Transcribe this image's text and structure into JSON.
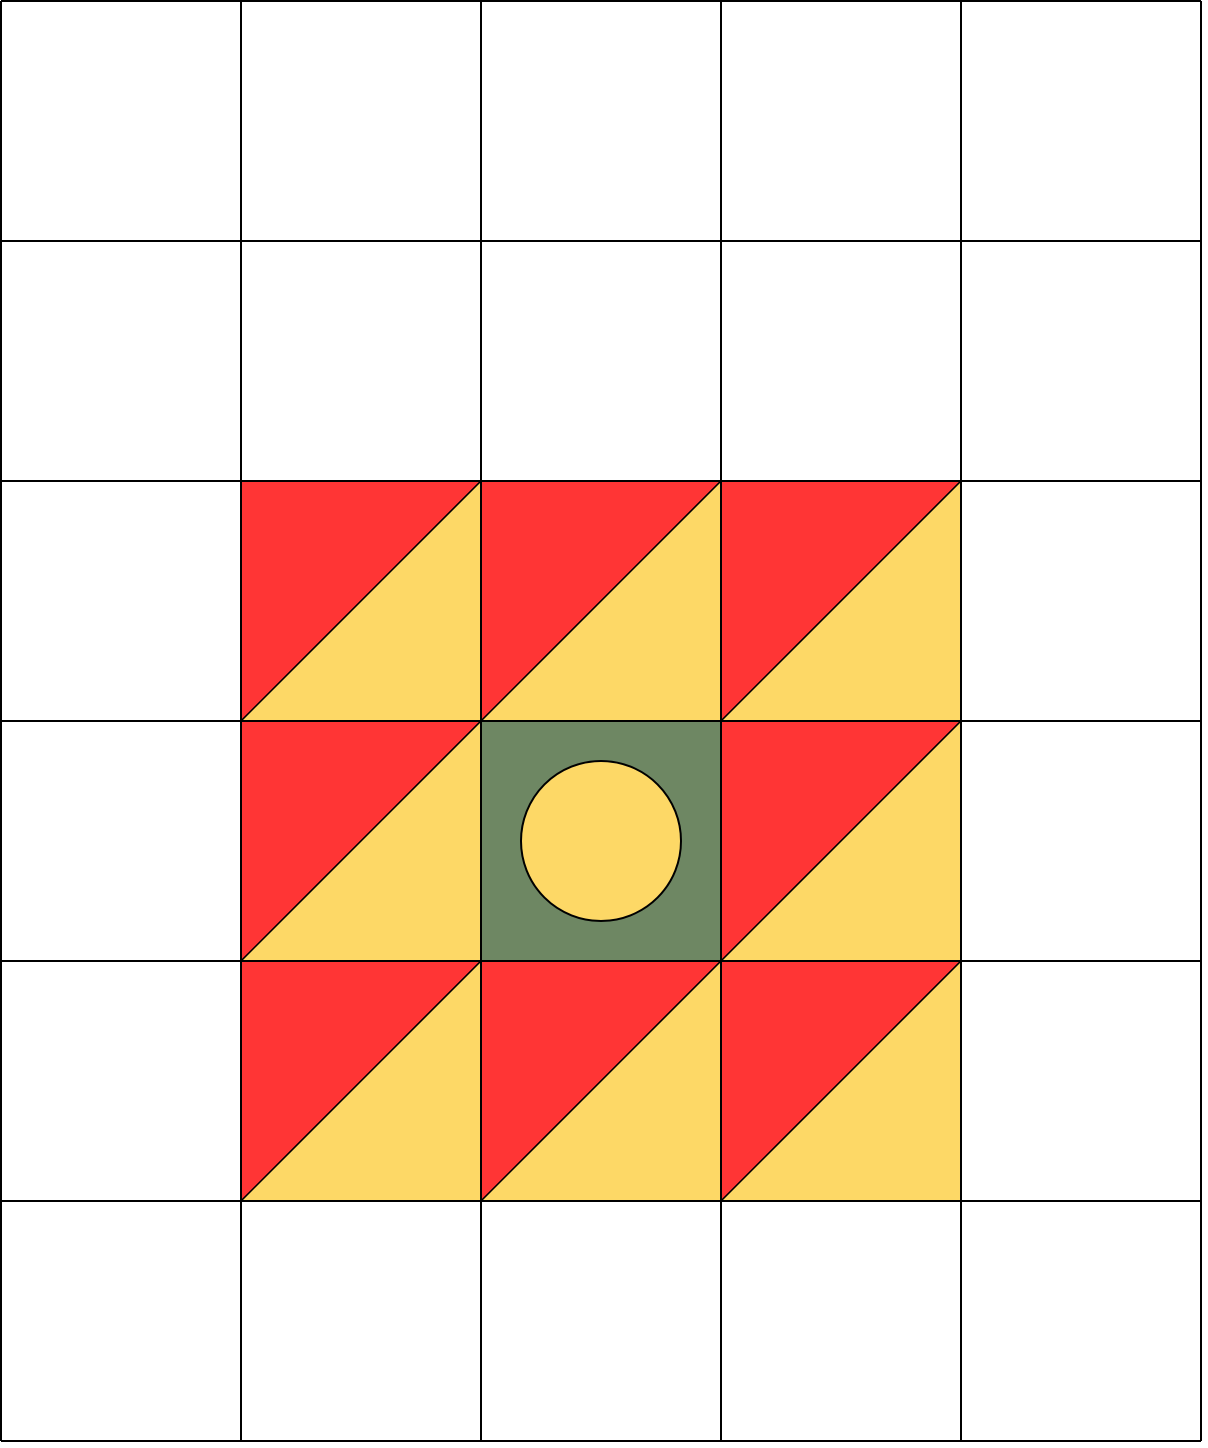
{
  "grid": {
    "rows": 6,
    "cols": 5
  },
  "colors": {
    "background": "#ffffff",
    "line": "#000000",
    "red": "#ff3535",
    "yellow": "#fdd866",
    "green": "#6e8763"
  },
  "tiles": [
    {
      "row": 2,
      "col": 1,
      "kind": "half-square-triangle",
      "upper_left": "red",
      "lower_right": "yellow"
    },
    {
      "row": 2,
      "col": 2,
      "kind": "half-square-triangle",
      "upper_left": "red",
      "lower_right": "yellow"
    },
    {
      "row": 2,
      "col": 3,
      "kind": "half-square-triangle",
      "upper_left": "red",
      "lower_right": "yellow"
    },
    {
      "row": 3,
      "col": 1,
      "kind": "half-square-triangle",
      "upper_left": "red",
      "lower_right": "yellow"
    },
    {
      "row": 3,
      "col": 2,
      "kind": "square-with-circle",
      "square": "green",
      "circle": "yellow"
    },
    {
      "row": 3,
      "col": 3,
      "kind": "half-square-triangle",
      "upper_left": "red",
      "lower_right": "yellow"
    },
    {
      "row": 4,
      "col": 1,
      "kind": "half-square-triangle",
      "upper_left": "red",
      "lower_right": "yellow"
    },
    {
      "row": 4,
      "col": 2,
      "kind": "half-square-triangle",
      "upper_left": "red",
      "lower_right": "yellow"
    },
    {
      "row": 4,
      "col": 3,
      "kind": "half-square-triangle",
      "upper_left": "red",
      "lower_right": "yellow"
    }
  ]
}
